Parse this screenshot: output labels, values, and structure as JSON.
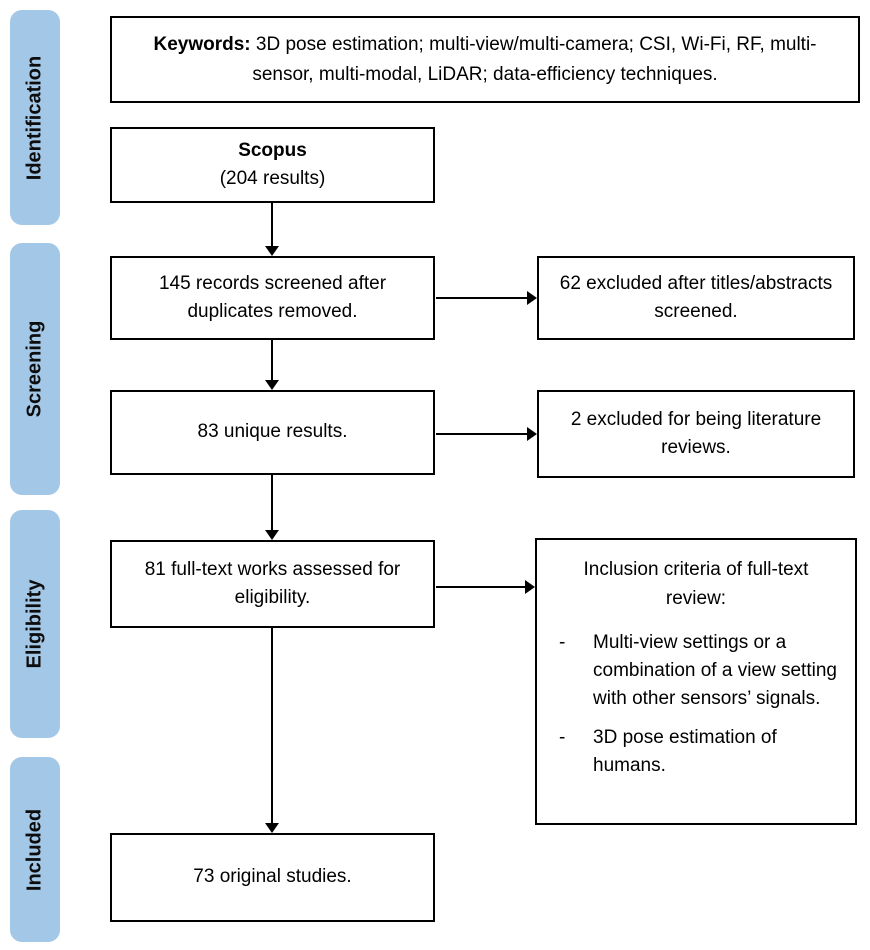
{
  "title": "Systematic review PRISMA flow diagram",
  "colors": {
    "sidebar_fill": "#a3c7e7",
    "box_border": "#000000",
    "text": "#000000",
    "background": "#ffffff"
  },
  "sidebar": {
    "items": [
      "Identification",
      "Screening",
      "Eligibility",
      "Included"
    ]
  },
  "keywords": {
    "label": "Keywords:",
    "text": "3D pose estimation; multi-view/multi-camera; CSI, Wi-Fi, RF, multi-sensor, multi-modal, LiDAR; data-efficiency techniques."
  },
  "flow": {
    "source": {
      "name": "Scopus",
      "count": "(204 results)"
    },
    "screened": "145 records screened after duplicates removed.",
    "excluded_titles": "62 excluded after titles/abstracts screened.",
    "unique": "83 unique results.",
    "excluded_reviews": "2 excluded for being literature reviews.",
    "fulltext": "81 full-text works assessed for eligibility.",
    "inclusion": {
      "title": "Inclusion criteria of full-text review:",
      "bullet_marker": "-",
      "bullets": [
        "Multi-view settings or a combination of a view setting with other sensors’ signals.",
        "3D pose estimation of humans."
      ]
    },
    "included": "73 original studies."
  }
}
